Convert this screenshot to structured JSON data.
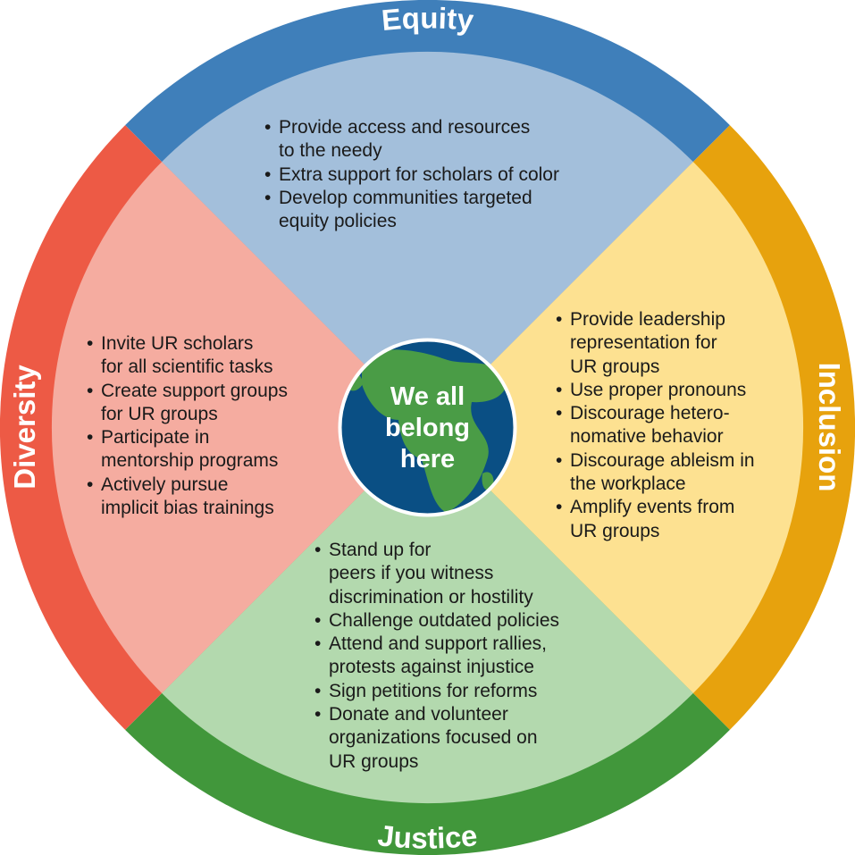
{
  "center": {
    "lines": [
      "We all",
      "belong",
      "here"
    ],
    "icon": "globe-icon"
  },
  "quadrants": {
    "equity": {
      "title": "Equity",
      "ring_color": "#3f7fba",
      "fill_color": "#a3bfdb",
      "items": [
        [
          "Provide access and resources",
          "to the needy"
        ],
        [
          "Extra support for scholars of color"
        ],
        [
          "Develop communities targeted",
          "equity policies"
        ]
      ]
    },
    "inclusion": {
      "title": "Inclusion",
      "ring_color": "#e7a20d",
      "fill_color": "#fde191",
      "items": [
        [
          "Provide leadership",
          "representation for",
          "UR groups"
        ],
        [
          "Use proper pronouns"
        ],
        [
          "Discourage hetero-",
          "nomative behavior"
        ],
        [
          "Discourage ableism in",
          "the workplace"
        ],
        [
          "Amplify events from",
          "UR groups"
        ]
      ]
    },
    "justice": {
      "title": "Justice",
      "ring_color": "#41973b",
      "fill_color": "#b3d9ae",
      "items": [
        [
          "Stand up for",
          "peers if you witness",
          "discrimination or hostility"
        ],
        [
          "Challenge outdated policies"
        ],
        [
          "Attend and support rallies,",
          "protests against injustice"
        ],
        [
          "Sign petitions for reforms"
        ],
        [
          "Donate and volunteer",
          "organizations focused on",
          "UR groups"
        ]
      ]
    },
    "diversity": {
      "title": "Diversity",
      "ring_color": "#ed5a45",
      "fill_color": "#f5aca0",
      "items": [
        [
          "Invite UR scholars",
          "for all scientific tasks"
        ],
        [
          "Create support groups",
          "for UR groups"
        ],
        [
          "Participate in",
          "mentorship programs"
        ],
        [
          "Actively pursue",
          "implicit bias trainings"
        ]
      ]
    }
  }
}
